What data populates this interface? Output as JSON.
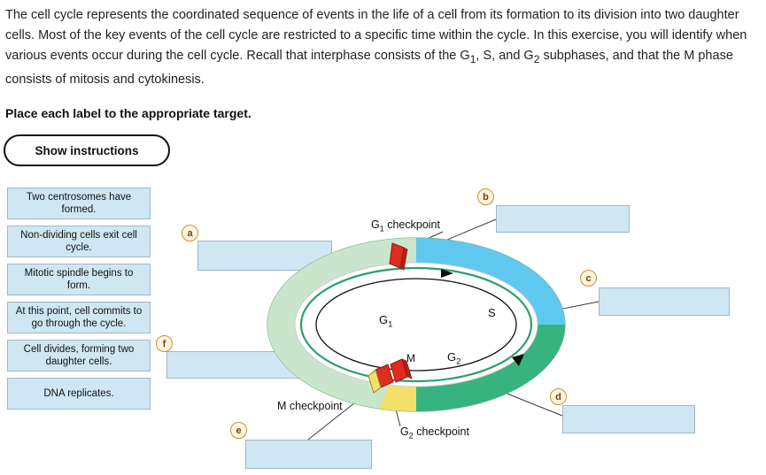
{
  "intro": {
    "paragraph_1": "The cell cycle represents the coordinated sequence of events in the life of a cell from its formation to its division into two daughter cells. Most of the key events of the cell cycle are restricted to a specific time within the cycle. In this exercise, you will identify when various events occur during the cell cycle. Recall that interphase consists of the G1, S, and G2 subphases, and that the M phase consists of mitosis and cytokinesis.",
    "prompt": "Place each label to the appropriate target.",
    "show_instructions_label": "Show instructions"
  },
  "label_bank": [
    {
      "id": "chip-1",
      "text": "Two centrosomes have formed."
    },
    {
      "id": "chip-2",
      "text": "Non-dividing cells exit cell cycle."
    },
    {
      "id": "chip-3",
      "text": "Mitotic spindle begins to form."
    },
    {
      "id": "chip-4",
      "text": "At this point, cell commits to go through the cycle."
    },
    {
      "id": "chip-5",
      "text": "Cell divides, forming two daughter cells."
    },
    {
      "id": "chip-6",
      "text": "DNA replicates."
    }
  ],
  "targets": [
    {
      "id": "target-a",
      "marker": "a"
    },
    {
      "id": "target-b",
      "marker": "b"
    },
    {
      "id": "target-c",
      "marker": "c"
    },
    {
      "id": "target-d",
      "marker": "d"
    },
    {
      "id": "target-e",
      "marker": "e"
    },
    {
      "id": "target-f",
      "marker": "f"
    }
  ],
  "diagram": {
    "checkpoints": [
      {
        "id": "g1-checkpoint",
        "label": "G1 checkpoint"
      },
      {
        "id": "m-checkpoint",
        "label": "M checkpoint"
      },
      {
        "id": "g2-checkpoint",
        "label": "G2 checkpoint"
      }
    ],
    "phases": [
      {
        "id": "phase-g1",
        "label": "G1"
      },
      {
        "id": "phase-s",
        "label": "S"
      },
      {
        "id": "phase-g2",
        "label": "G2"
      },
      {
        "id": "phase-m",
        "label": "M"
      }
    ],
    "colors": {
      "g1_fill": "#c3e2c6",
      "s_fill": "#5ec8ef",
      "g2_fill": "#36b37e",
      "m_fill": "#f2e06a",
      "outer_ring": "#bfe0c4",
      "inner_ring_edge": "#2f9e6e",
      "checkpoint_red": "#e02b20",
      "target_fill": "#cfe7f3",
      "target_border": "#9fb7c6",
      "marker_border": "#c8922a"
    }
  }
}
